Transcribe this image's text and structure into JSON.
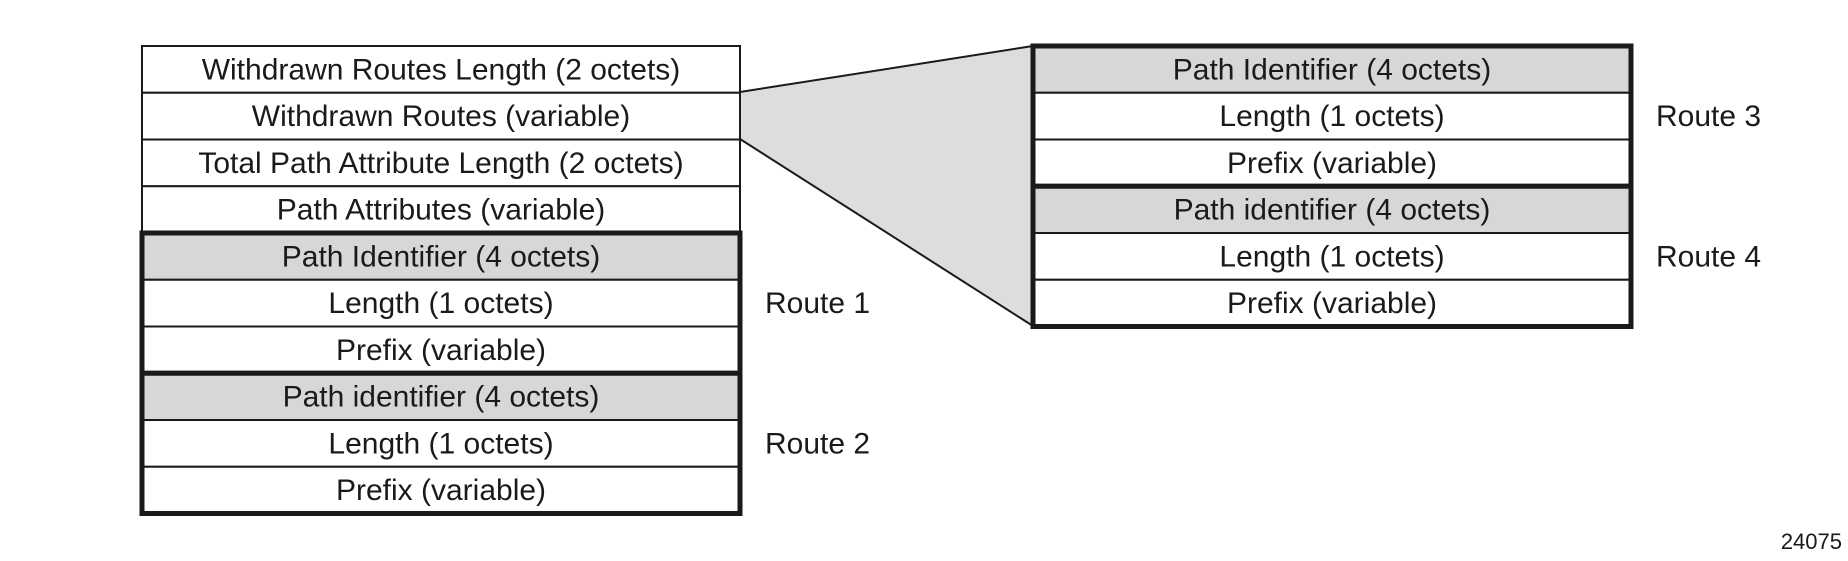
{
  "colors": {
    "shaded_field": "#d6d7d9",
    "expansion_fill": "#dcdddf",
    "line": "#1a1a1a",
    "background": "#ffffff"
  },
  "header_fields": [
    "Withdrawn Routes Length (2 octets)",
    "Withdrawn Routes (variable)",
    "Total Path Attribute Length (2 octets)",
    "Path Attributes (variable)"
  ],
  "left_routes": [
    {
      "label": "Route 1",
      "fields": [
        {
          "text": "Path Identifier (4 octets)",
          "shaded": true
        },
        {
          "text": "Length (1 octets)",
          "shaded": false
        },
        {
          "text": "Prefix (variable)",
          "shaded": false
        }
      ]
    },
    {
      "label": "Route 2",
      "fields": [
        {
          "text": "Path identifier (4 octets)",
          "shaded": true
        },
        {
          "text": "Length (1 octets)",
          "shaded": false
        },
        {
          "text": "Prefix (variable)",
          "shaded": false
        }
      ]
    }
  ],
  "right_routes": [
    {
      "label": "Route 3",
      "fields": [
        {
          "text": "Path Identifier (4 octets)",
          "shaded": true
        },
        {
          "text": "Length (1 octets)",
          "shaded": false
        },
        {
          "text": "Prefix (variable)",
          "shaded": false
        }
      ]
    },
    {
      "label": "Route 4",
      "fields": [
        {
          "text": "Path identifier (4 octets)",
          "shaded": true
        },
        {
          "text": "Length (1 octets)",
          "shaded": false
        },
        {
          "text": "Prefix (variable)",
          "shaded": false
        }
      ]
    }
  ],
  "figure_id": "24075"
}
